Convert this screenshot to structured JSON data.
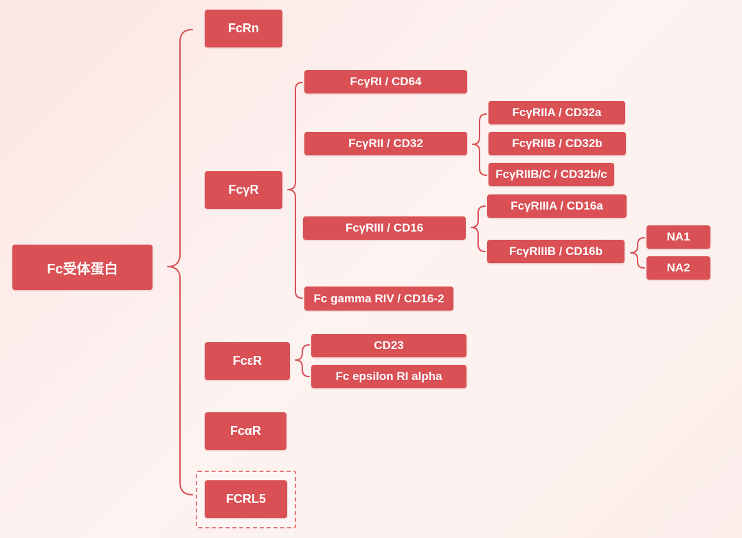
{
  "root": {
    "label": "Fc受体蛋白"
  },
  "level1": {
    "fcrn": "FcRn",
    "fcgr": "FcγR",
    "fcer": "FcεR",
    "fcar": "FcαR",
    "fcrl5": "FCRL5"
  },
  "fcgr_children": {
    "fcgri": "FcγRI / CD64",
    "fcgrii": "FcγRII / CD32",
    "fcgriii": "FcγRIII  / CD16",
    "fcgriv": "Fc gamma RIV / CD16-2"
  },
  "fcgrii_children": {
    "iia": "FcγRIIA / CD32a",
    "iib": "FcγRIIB / CD32b",
    "iibc": "FcγRIIB/C / CD32b/c"
  },
  "fcgriii_children": {
    "iiia": "FcγRIIIA / CD16a",
    "iiib": "FcγRIIIB / CD16b"
  },
  "fcgriiib_children": {
    "na1": "NA1",
    "na2": "NA2"
  },
  "fcer_children": {
    "cd23": "CD23",
    "alpha": "Fc epsilon RI alpha"
  },
  "colors": {
    "node_fill": "#d95055",
    "bracket": "#d95055",
    "highlight_frame": "#e07a7c"
  }
}
